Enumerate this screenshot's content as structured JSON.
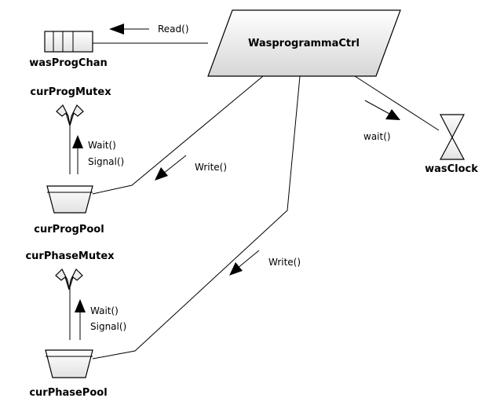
{
  "nodes": {
    "main_task": "WasprogrammaCtrl",
    "channel": "wasProgChan",
    "prog_mutex": "curProgMutex",
    "prog_pool": "curProgPool",
    "phase_mutex": "curPhaseMutex",
    "phase_pool": "curPhasePool",
    "clock": "wasClock"
  },
  "messages": {
    "read": "Read()",
    "write_prog": "Write()",
    "write_phase": "Write()",
    "wait_clock": "wait()",
    "prog_wait": "Wait()",
    "prog_signal": "Signal()",
    "phase_wait": "Wait()",
    "phase_signal": "Signal()"
  },
  "colors": {
    "stroke": "#000000",
    "shape_fill_top": "#ffffff",
    "shape_fill_bottom": "#dcdcdc"
  },
  "icons": {
    "channel": "queue-icon",
    "mutex": "semaphore-icon",
    "pool": "pool-icon",
    "clock": "hourglass-icon"
  }
}
